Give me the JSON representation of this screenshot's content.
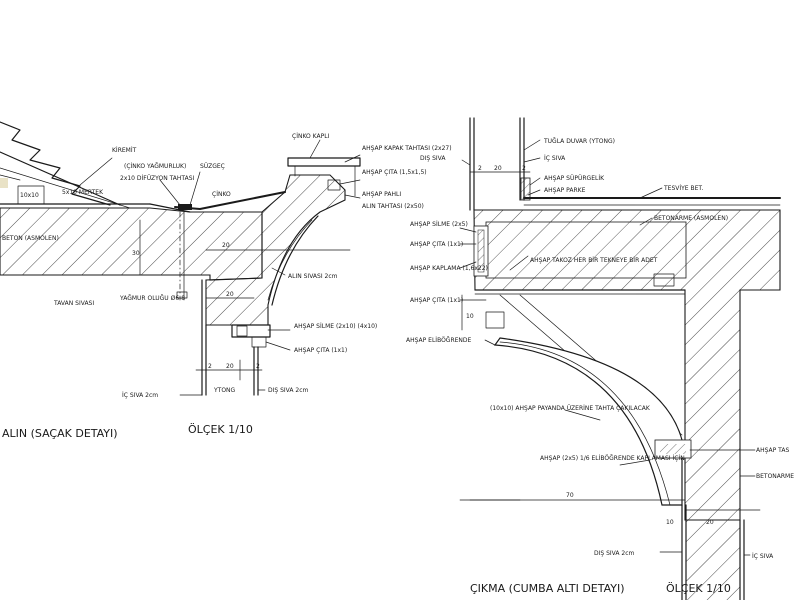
{
  "left_detail": {
    "title": "ALIN (SAÇAK DETAYI)",
    "scale": "ÖLÇEK 1/10",
    "labels": {
      "kiremit": "KİREMİT",
      "cinko_yagmurluk": "(ÇİNKO YAĞMURLUK)",
      "difuzyon_tahtasi": "2x10 DİFÜZYON TAHTASI",
      "suzgec": "SÜZGEÇ",
      "cinko_kapli": "ÇİNKO KAPLI",
      "ahsap_kapak_tahtasi": "AHŞAP KAPAK TAHTASI (2x27)",
      "ahsap_cita_top": "AHŞAP ÇITA (1,5x1,5)",
      "ahsap_pahli": "AHŞAP PAHLI",
      "alin_tahtasi": "ALIN TAHTASI (2x50)",
      "cinko": "ÇİNKO",
      "mertek": "5x10 MERTEK",
      "bs_10x10": "10x10",
      "beton": "BETON (ASMOLEN)",
      "tavan_sivasi": "TAVAN SIVASI",
      "yagmur_olugu": "YAĞMUR OLUĞU Ø6-8",
      "alin_sivasi": "ALIN SIVASI 2cm",
      "ahsap_silme": "AHŞAP SİLME (2x10) (4x10)",
      "ahsap_cita_bottom": "AHŞAP ÇITA (1x1)",
      "ic_siva": "İÇ SIVA 2cm",
      "ytong": "YTONG",
      "dis_siva": "DIŞ SIVA 2cm"
    },
    "dims": {
      "d1": "20",
      "d2": "30",
      "d3": "20",
      "d4": "2",
      "d5": "20",
      "d6": "2"
    }
  },
  "right_detail": {
    "title": "ÇIKMA (CUMBA ALTI DETAYI)",
    "scale": "ÖLÇEK 1/10",
    "labels": {
      "dis_siva": "DIŞ SIVA",
      "tugla_duvar": "TUĞLA DUVAR (YTONG)",
      "ic_siva": "İÇ SIVA",
      "ahsap_supurgelik": "AHŞAP SÜPÜRGELİK",
      "ahsap_parke": "AHŞAP PARKE",
      "tesviye_bet": "TESVİYE BET.",
      "betonarme_asmolen": "BETONARME (ASMOLEN)",
      "ahsap_silme": "AHŞAP SİLME (2x5)",
      "ahsap_cita_1": "AHŞAP ÇITA (1x1)",
      "ahsap_kaplama": "AHŞAP KAPLAMA (1,6x22)",
      "ahsap_cita_2": "AHŞAP ÇITA (1x1)",
      "ahsap_takoz": "AHŞAP TAKOZ HER BİR TEKNEYE BİR ADET",
      "ahsap_elibogrende": "AHŞAP ELİBÖĞRENDE",
      "ahsap_payanda": "(10x10) AHŞAP PAYANDA ÜZERİNE TAHTA ÇAKILACAK",
      "ahsap_kaplamasi": "AHŞAP (2x5) 1/6 ELİBÖĞRENDE KAPLAMASI İÇİN",
      "ahsap_tas": "AHŞAP TAS",
      "betonarme": "BETONARME",
      "dis_siva_2cm": "DIŞ SIVA 2cm",
      "ic_siva_2": "İÇ SIVA"
    },
    "dims": {
      "d1": "2",
      "d2": "20",
      "d3": "2",
      "d4": "10",
      "d5": "70",
      "d6": "10",
      "d7": "20"
    }
  }
}
